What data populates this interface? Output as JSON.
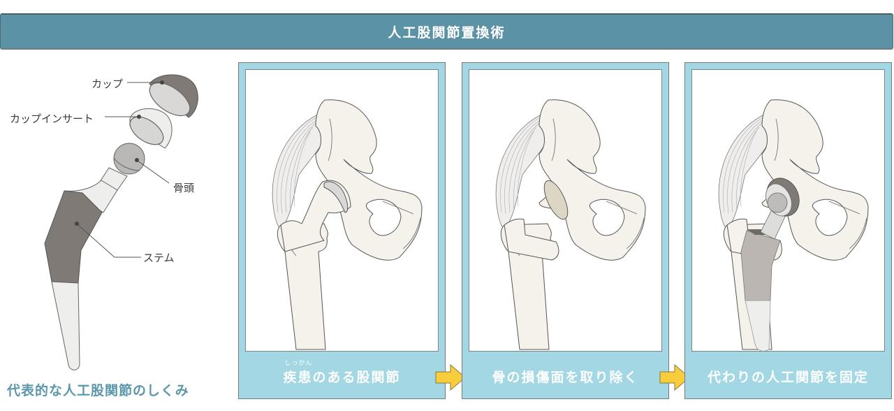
{
  "header": {
    "title": "人工股関節置換術"
  },
  "implant_diagram": {
    "caption": "代表的な人工股関節のしくみ",
    "labels": {
      "cup": "カップ",
      "cup_insert": "カップインサート",
      "femoral_head": "骨頭",
      "stem": "ステム"
    }
  },
  "steps": [
    {
      "caption": "疾患のある股関節",
      "ruby": "しっかん",
      "ruby_target": "疾患"
    },
    {
      "caption": "骨の損傷面を取り除く"
    },
    {
      "caption": "代わりの人工関節を固定"
    }
  ],
  "colors": {
    "header_bg": "#5b92a6",
    "panel_bg": "#a2d7e3",
    "arrow": "#f7cd3c",
    "caption_accent": "#5a97ab",
    "bone": "#f4f2ea",
    "metal_dark": "#7f7a76",
    "metal_light": "#eeeeec"
  }
}
